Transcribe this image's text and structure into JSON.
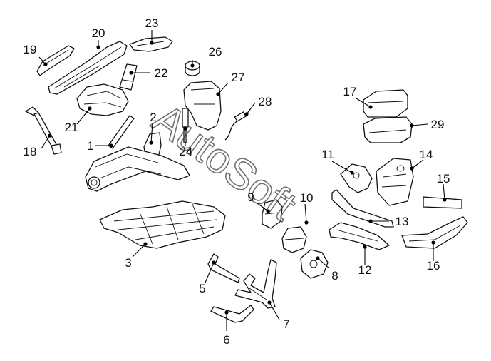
{
  "watermark": "AutoSoft",
  "callouts": [
    {
      "id": "c1",
      "label": "1"
    },
    {
      "id": "c2",
      "label": "2"
    },
    {
      "id": "c3",
      "label": "3"
    },
    {
      "id": "c5",
      "label": "5"
    },
    {
      "id": "c6",
      "label": "6"
    },
    {
      "id": "c7",
      "label": "7"
    },
    {
      "id": "c8",
      "label": "8"
    },
    {
      "id": "c9",
      "label": "9"
    },
    {
      "id": "c10",
      "label": "10"
    },
    {
      "id": "c11",
      "label": "11"
    },
    {
      "id": "c12",
      "label": "12"
    },
    {
      "id": "c13",
      "label": "13"
    },
    {
      "id": "c14",
      "label": "14"
    },
    {
      "id": "c15",
      "label": "15"
    },
    {
      "id": "c16",
      "label": "16"
    },
    {
      "id": "c17",
      "label": "17"
    },
    {
      "id": "c18",
      "label": "18"
    },
    {
      "id": "c19",
      "label": "19"
    },
    {
      "id": "c20",
      "label": "20"
    },
    {
      "id": "c21",
      "label": "21"
    },
    {
      "id": "c22",
      "label": "22"
    },
    {
      "id": "c23",
      "label": "23"
    },
    {
      "id": "c24",
      "label": "24"
    },
    {
      "id": "c26",
      "label": "26"
    },
    {
      "id": "c27",
      "label": "27"
    },
    {
      "id": "c28",
      "label": "28"
    },
    {
      "id": "c29",
      "label": "29"
    }
  ]
}
